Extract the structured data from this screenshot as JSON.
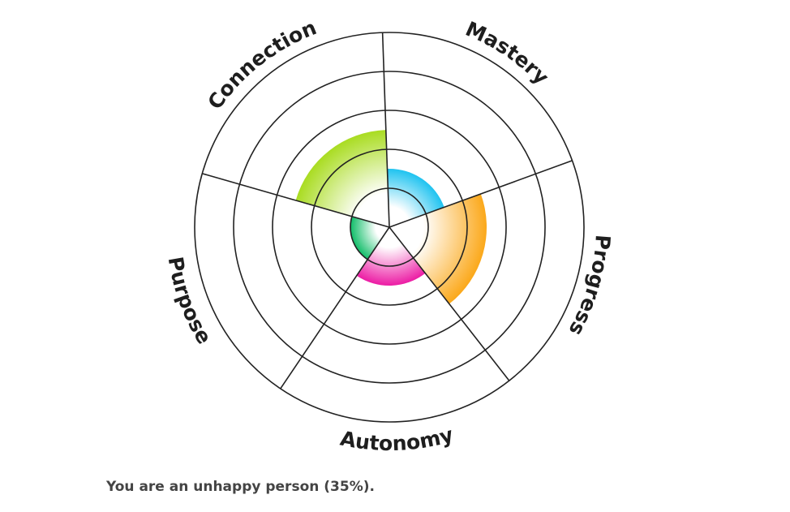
{
  "chart_data": {
    "type": "polar-area",
    "categories": [
      "Mastery",
      "Progress",
      "Autonomy",
      "Purpose",
      "Connection"
    ],
    "values": [
      1.5,
      2.5,
      1.5,
      1,
      2.5
    ],
    "rmax": 5,
    "rings": [
      1,
      2,
      3,
      4,
      5
    ],
    "colors": [
      "#1fc3f0",
      "#fba81a",
      "#ec1ca4",
      "#10bd68",
      "#a9dc21"
    ]
  },
  "result_text": "You are an unhappy person (35%)."
}
